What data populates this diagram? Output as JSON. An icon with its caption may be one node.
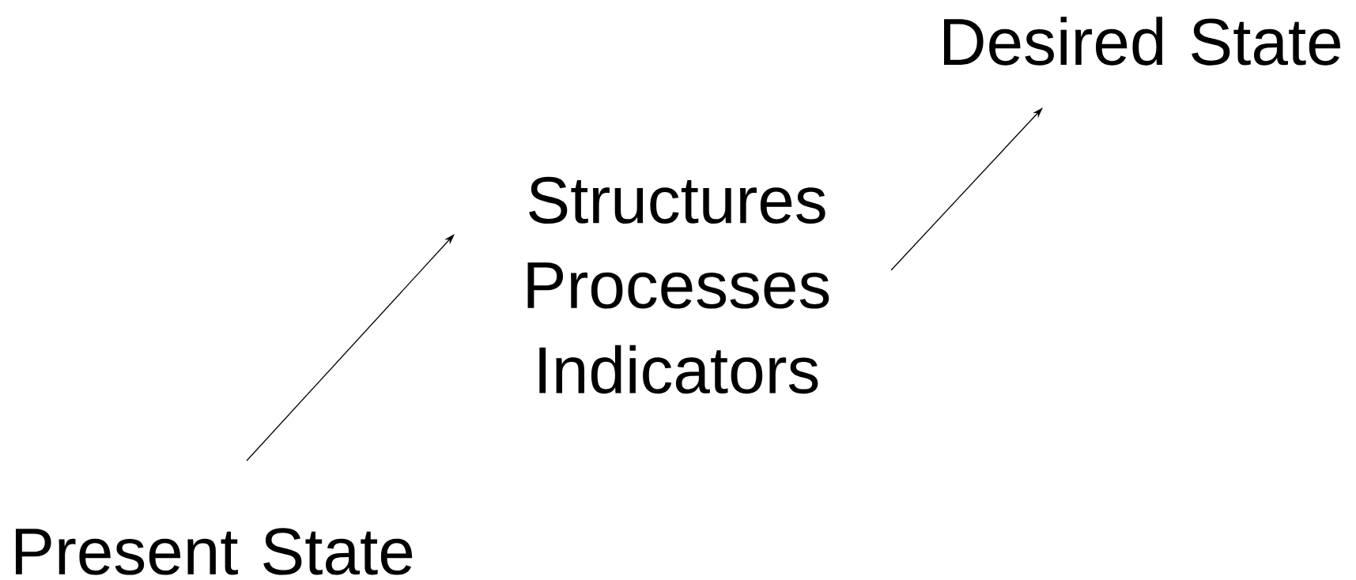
{
  "diagram": {
    "nodes": [
      {
        "text": [
          "Present State"
        ]
      },
      {
        "text": [
          "Structures Processes Indicators"
        ]
      },
      {
        "text": [
          "Desired State"
        ]
      }
    ],
    "edges": [
      {
        "from": 0,
        "to": 1,
        "arrow": "to"
      },
      {
        "from": 1,
        "to": 2,
        "arrow": "to"
      }
    ]
  }
}
